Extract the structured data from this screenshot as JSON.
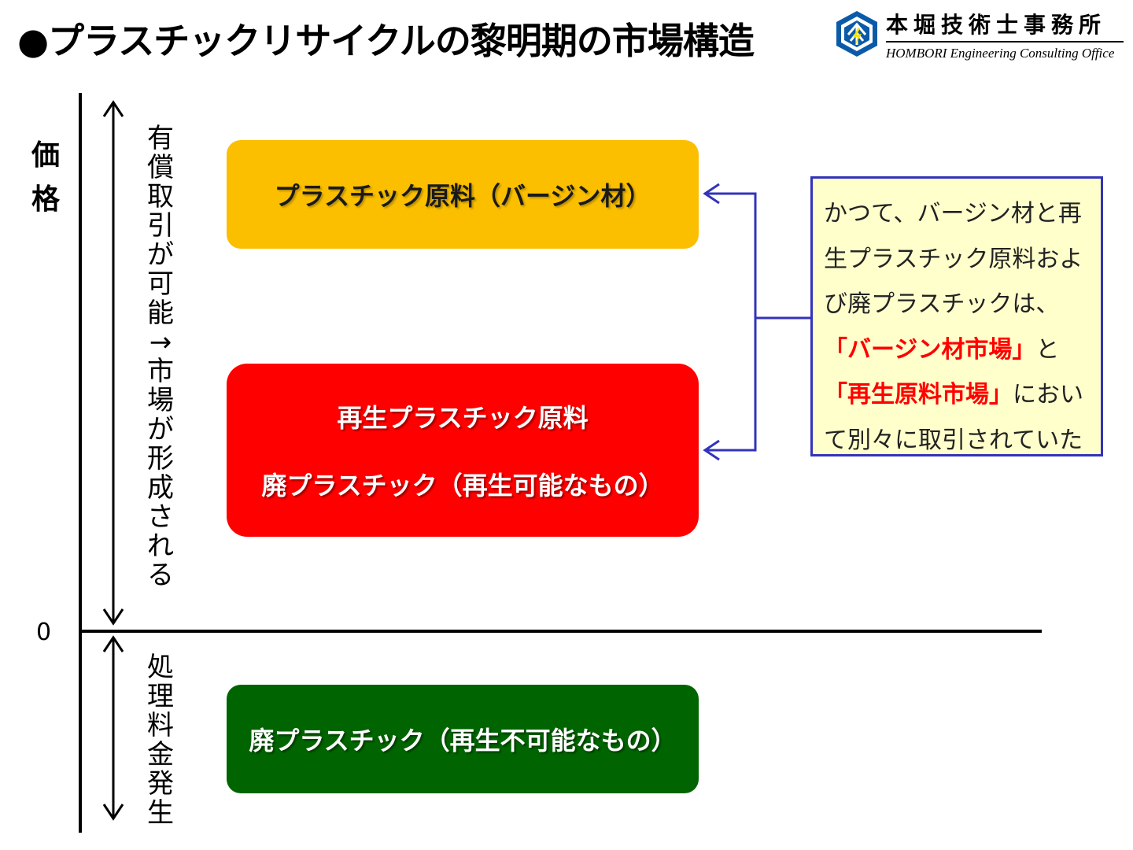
{
  "title": "●プラスチックリサイクルの黎明期の市場構造",
  "logo": {
    "name_ja": "本堀技術士事務所",
    "name_en": "HOMBORI Engineering Consulting Office"
  },
  "axis": {
    "title": "価　格",
    "zero_label": "0"
  },
  "range_labels": {
    "upper": "有償取引が可能→市場が形成される",
    "lower": "処理料金発生"
  },
  "boxes": {
    "virgin": {
      "label": "プラスチック原料（バージン材）",
      "color": "#fbbf00"
    },
    "recycled": {
      "line1": "再生プラスチック原料",
      "line2": "廃プラスチック（再生可能なもの）",
      "color": "#ff0000"
    },
    "waste": {
      "label": "廃プラスチック（再生不可能なもの）",
      "color": "#006400"
    }
  },
  "callout": {
    "part1": "かつて、バージン材と再生プラスチック原料および廃プラスチックは、",
    "highlight1": "「バージン材市場」",
    "part2": "と",
    "highlight2": "「再生原料市場」",
    "part3": "において別々に取引されていた",
    "border_color": "#3333bb",
    "highlight_color": "#ff0000"
  }
}
